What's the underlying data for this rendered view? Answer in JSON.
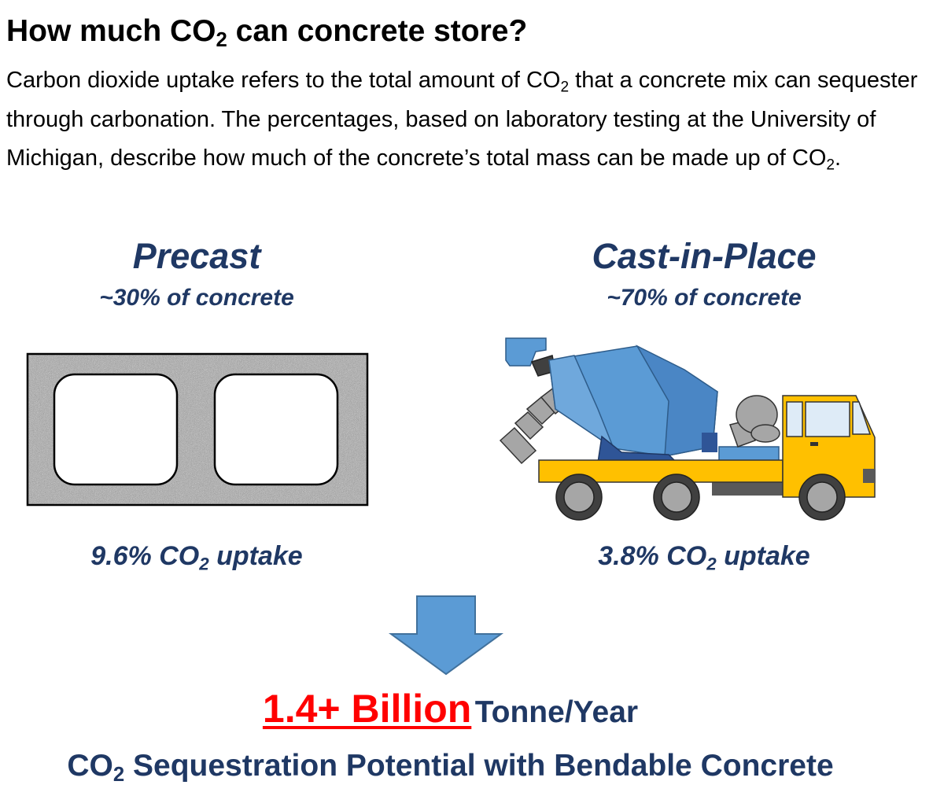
{
  "title": {
    "prefix": "How much CO",
    "sub": "2",
    "suffix": " can concrete store?"
  },
  "description": {
    "part1": "Carbon dioxide uptake refers to the total amount of CO",
    "sub1": "2",
    "part2": " that a concrete mix can sequester through carbonation. The percentages, based on laboratory testing at the University of Michigan, describe how much of the concrete’s total mass can be made up of CO",
    "sub2": "2",
    "part3": "."
  },
  "left": {
    "heading": "Precast",
    "share": "~30% of concrete",
    "uptake_value": "9.6% CO",
    "uptake_sub": "2",
    "uptake_suffix": " uptake",
    "icon": "concrete-block-icon"
  },
  "right": {
    "heading": "Cast-in-Place",
    "share": "~70% of concrete",
    "uptake_value": "3.8% CO",
    "uptake_sub": "2",
    "uptake_suffix": " uptake",
    "icon": "cement-mixer-truck-icon"
  },
  "result": {
    "number": "1.4+ Billion",
    "unit": "Tonne/Year"
  },
  "bottom": {
    "prefix": "CO",
    "sub": "2",
    "suffix": " Sequestration Potential with Bendable Concrete"
  },
  "colors": {
    "navy": "#1F3864",
    "red": "#FF0000",
    "arrow_blue": "#5B9BD5",
    "truck_yellow": "#FFC000",
    "concrete_gray": "#A6A6A6"
  }
}
